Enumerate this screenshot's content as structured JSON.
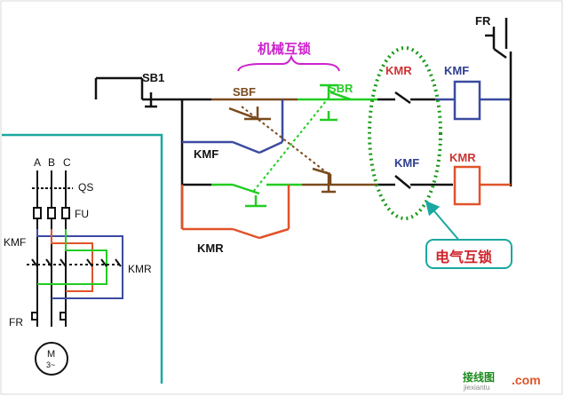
{
  "labels": {
    "fr_top": "FR",
    "sb1": "SB1",
    "sbf": "SBF",
    "sbr": "SBR",
    "mech_interlock": "机械互锁",
    "kmr_top": "KMR",
    "kmf_coil_label": "KMF",
    "kmf_aux": "KMF",
    "kmf_mid": "KMF",
    "kmr_coil_label": "KMR",
    "kmr_aux": "KMR",
    "elec_interlock": "电气互锁",
    "phase_a": "A",
    "phase_b": "B",
    "phase_c": "C",
    "qs": "QS",
    "fu": "FU",
    "kmf_main": "KMF",
    "kmr_main": "KMR",
    "fr_main": "FR",
    "motor_m": "M",
    "motor_3": "3~",
    "watermark": "接线图",
    "watermark_url": "jiexiantu",
    "watermark_com": ".com"
  },
  "colors": {
    "black": "#111111",
    "brown": "#7a4a1e",
    "green": "#22cc22",
    "blue": "#3b4aa0",
    "red": "#e0532a",
    "purple": "#cc22cc",
    "teal": "#1aa8a0",
    "ellipse_green": "#1a9a1a",
    "annot_red": "#d0242c",
    "kmr_label_red": "#cc3333",
    "kmf_label_blue": "#2f3f8f"
  }
}
